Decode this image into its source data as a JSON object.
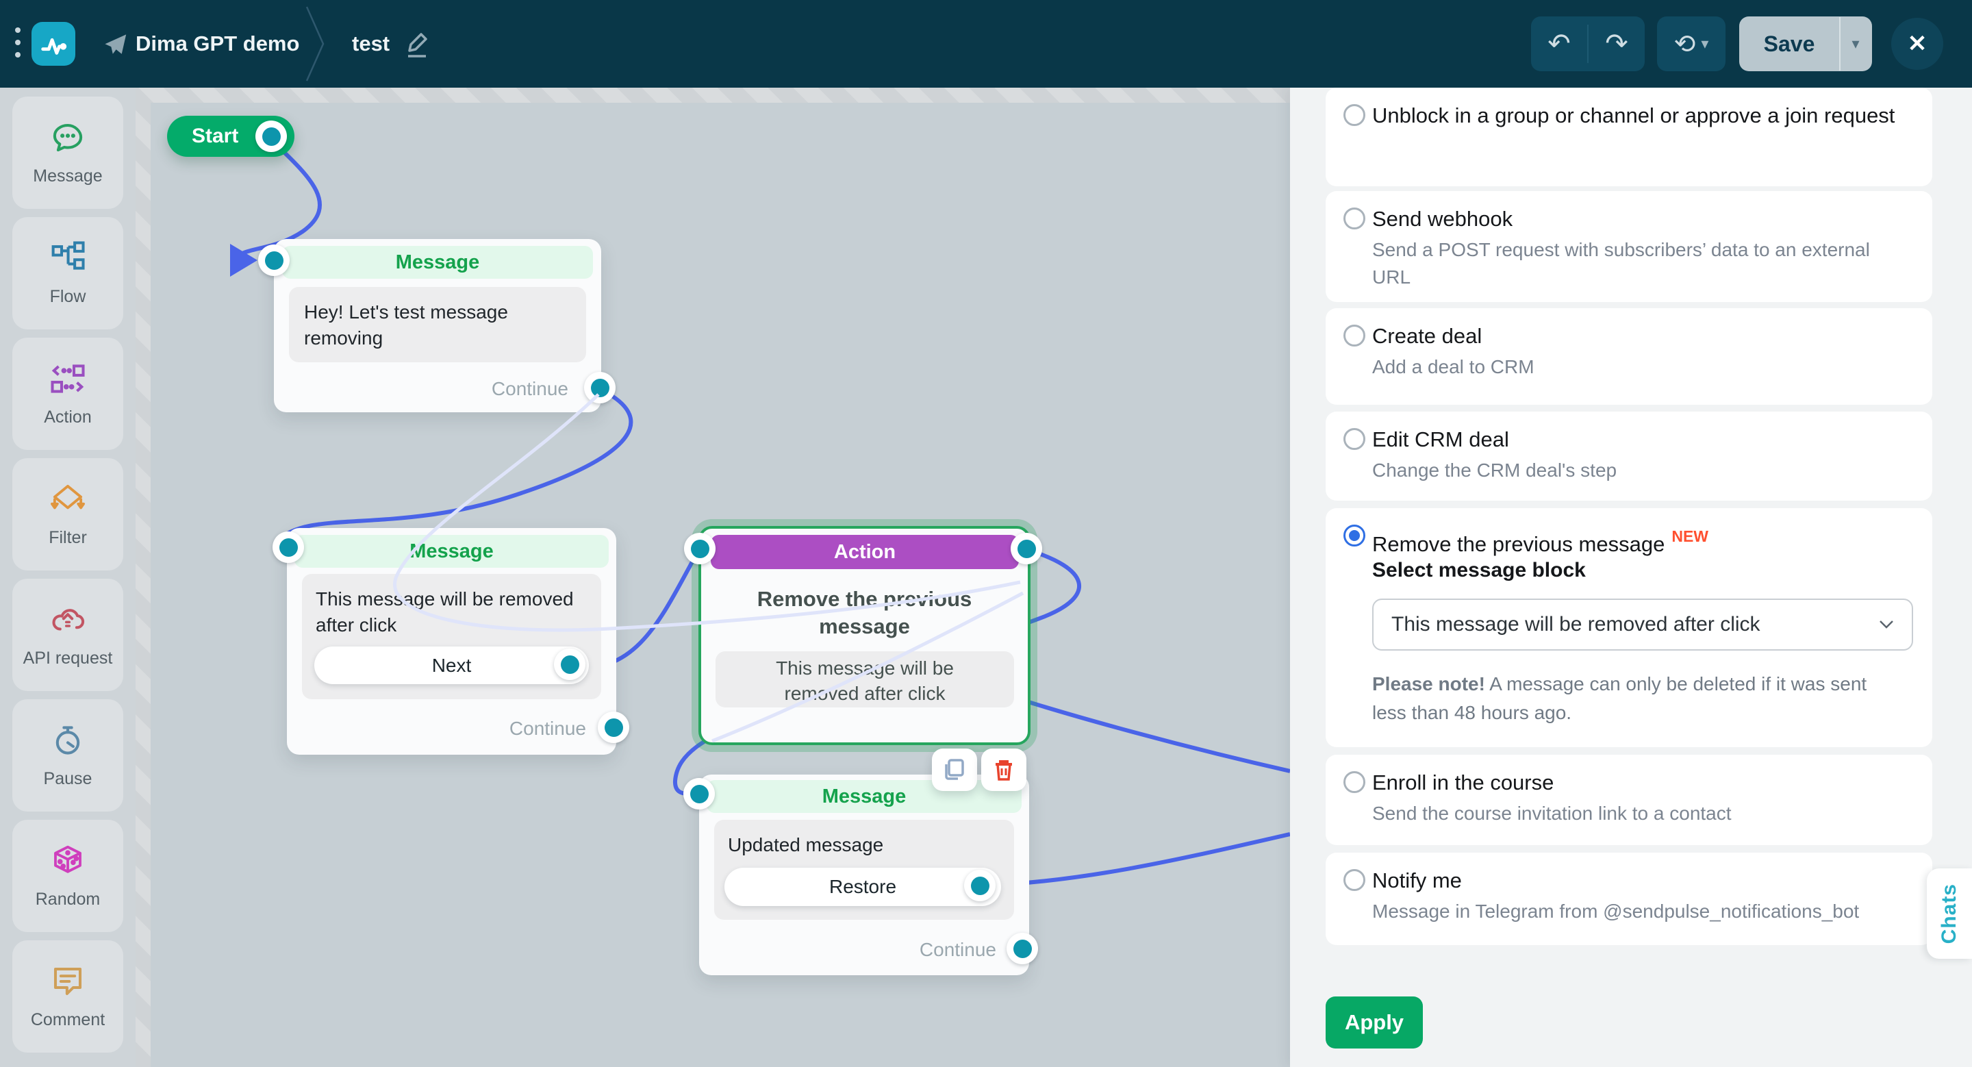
{
  "topbar": {
    "project": "Dima GPT demo",
    "flow_name": "test",
    "undo": "↶",
    "redo": "↷",
    "history": "⟲",
    "save_label": "Save",
    "close": "✕"
  },
  "sidebar": {
    "items": [
      {
        "id": "message",
        "label": "Message",
        "icon": "message-icon",
        "color": "#27a061"
      },
      {
        "id": "flow",
        "label": "Flow",
        "icon": "flow-icon",
        "color": "#2e7fab"
      },
      {
        "id": "action",
        "label": "Action",
        "icon": "action-icon",
        "color": "#9a4fc0"
      },
      {
        "id": "filter",
        "label": "Filter",
        "icon": "filter-icon",
        "color": "#e0963f"
      },
      {
        "id": "api-request",
        "label": "API request",
        "icon": "api-request-icon",
        "color": "#c25563"
      },
      {
        "id": "pause",
        "label": "Pause",
        "icon": "pause-icon",
        "color": "#5b89a8"
      },
      {
        "id": "random",
        "label": "Random",
        "icon": "random-icon",
        "color": "#cf3fbd"
      },
      {
        "id": "comment",
        "label": "Comment",
        "icon": "comment-icon",
        "color": "#cf9f58"
      }
    ]
  },
  "canvas": {
    "start": {
      "label": "Start"
    },
    "message1": {
      "header": "Message",
      "body": "Hey! Let's test message removing",
      "continue_label": "Continue"
    },
    "message2": {
      "header": "Message",
      "body": "This message will be removed after click",
      "button": "Next",
      "continue_label": "Continue"
    },
    "action": {
      "header": "Action",
      "title": "Remove the previous message",
      "body": "This message will be removed after click"
    },
    "message3": {
      "header": "Message",
      "body": "Updated message",
      "button": "Restore",
      "continue_label": "Continue"
    }
  },
  "panel": {
    "options": [
      {
        "id": "unblock",
        "title": "Unblock in a group or channel or approve a join request"
      },
      {
        "id": "send-webhook",
        "title": "Send webhook",
        "desc": "Send a POST request with subscribers’ data to an external URL"
      },
      {
        "id": "create-deal",
        "title": "Create deal",
        "desc": "Add a deal to CRM"
      },
      {
        "id": "edit-crm-deal",
        "title": "Edit CRM deal",
        "desc": "Change the CRM deal's step"
      },
      {
        "id": "remove-previous-message",
        "title": "Remove the previous message",
        "badge": "NEW",
        "selected": true,
        "detail": {
          "label": "Select message block",
          "select_value": "This message will be removed after click",
          "note_bold": "Please note!",
          "note_rest": " A message can only be deleted if it was sent less than 48 hours ago."
        }
      },
      {
        "id": "enroll-course",
        "title": "Enroll in the course",
        "desc": "Send the course invitation link to a contact"
      },
      {
        "id": "notify-me",
        "title": "Notify me",
        "desc": "Message in Telegram from @sendpulse_notifications_bot"
      }
    ],
    "apply_label": "Apply"
  },
  "chats_tab": "Chats",
  "colors": {
    "topbar_bg": "#093748",
    "logo_teal": "#17a7c6",
    "accent_green": "#04ab6a",
    "message_header_green": "#14a24c",
    "action_purple": "#ac4ec3",
    "port_teal": "#0d95ac",
    "line_blue": "#4a64e8",
    "radio_blue": "#2f6fe4",
    "badge_red": "#ff5030"
  }
}
